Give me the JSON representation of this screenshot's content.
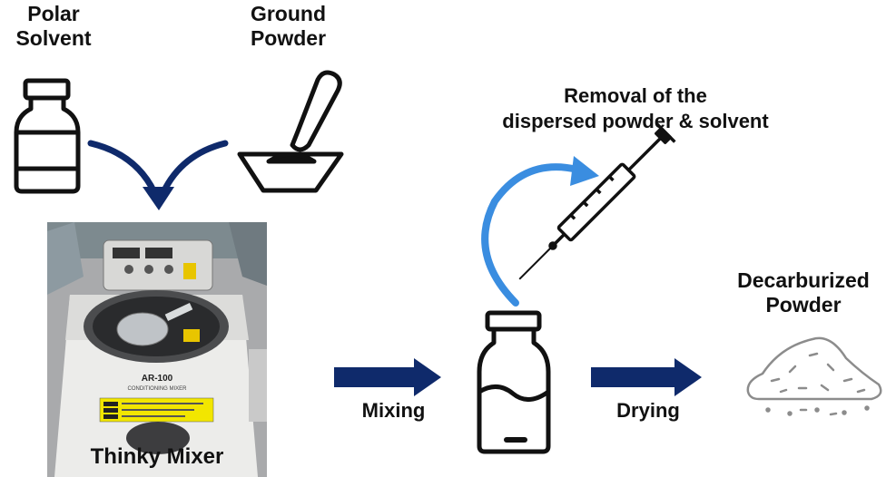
{
  "labels": {
    "polar_solvent": [
      "Polar",
      "Solvent"
    ],
    "ground_powder": [
      "Ground",
      "Powder"
    ],
    "removal": [
      "Removal of the",
      "dispersed powder & solvent"
    ],
    "decarburized": [
      "Decarburized",
      "Powder"
    ],
    "mixing": "Mixing",
    "drying": "Drying"
  },
  "photo": {
    "caption": "Thinky Mixer",
    "model": "AR-100",
    "model_subtitle": "CONDITIONING MIXER"
  },
  "icons": [
    "vial-icon",
    "mortar-pestle-icon",
    "syringe-icon",
    "powder-pile-icon",
    "bottle-icon"
  ],
  "colors": {
    "navy": "#0f2a6b",
    "arc_blue": "#3a8de0",
    "text": "#111111",
    "label_yellow": "#f2e600"
  }
}
